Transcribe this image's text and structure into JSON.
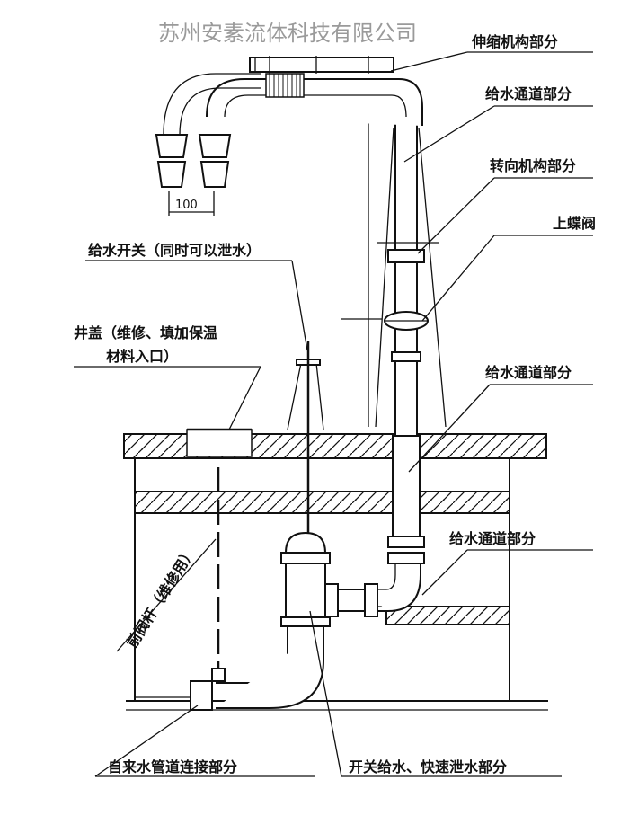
{
  "watermark": "苏州安素流体科技有限公司",
  "labels": {
    "telescopic": "伸缩机构部分",
    "water_channel_1": "给水通道部分",
    "steering": "转向机构部分",
    "upper_butterfly_valve": "上蝶阀",
    "water_switch": "给水开关（同时可以泄水）",
    "well_cover_line1": "井盖（维修、填加保温",
    "well_cover_line2": "材料入口）",
    "water_channel_2": "给水通道部分",
    "water_channel_3": "给水通道部分",
    "front_valve_rod": "前阀杆（维修用）",
    "tap_water_connection": "自来水管道连接部分",
    "switch_quick_drain": "开关给水、快速泄水部分"
  },
  "dimension": "100"
}
